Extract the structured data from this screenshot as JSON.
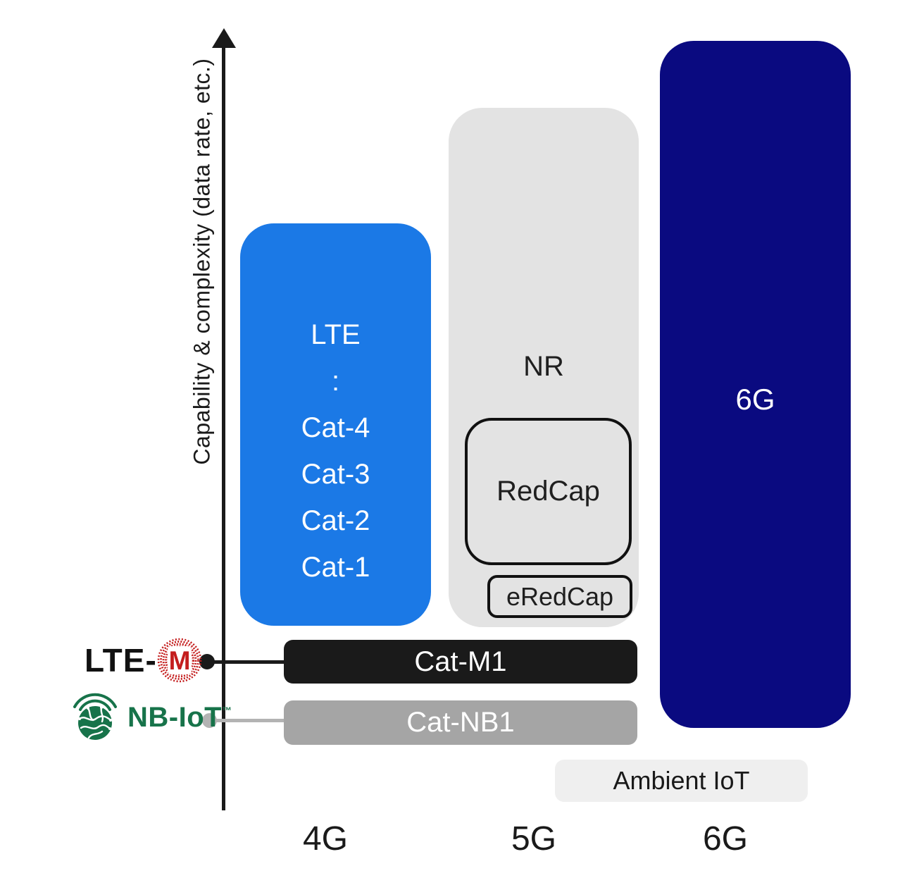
{
  "y_axis": {
    "label": "Capability & complexity (data rate, etc.)"
  },
  "x_axis": {
    "ticks": [
      "4G",
      "5G",
      "6G"
    ]
  },
  "lte_box": {
    "title": "LTE",
    "dots": ":",
    "categories": [
      "Cat-4",
      "Cat-3",
      "Cat-2",
      "Cat-1"
    ]
  },
  "nr_box": {
    "title": "NR",
    "redcap_label": "RedCap",
    "eredcap_label": "eRedCap"
  },
  "six_g_box": {
    "title": "6G"
  },
  "bars": {
    "cat_m1": "Cat-M1",
    "cat_nb1": "Cat-NB1",
    "ambient_iot": "Ambient IoT"
  },
  "logos": {
    "lte_m": {
      "prefix": "LTE-",
      "badge_letter": "M"
    },
    "nb_iot": {
      "label": "NB-IoT",
      "trademark": "™"
    }
  },
  "colors": {
    "lte_blue": "#1b79e6",
    "nr_gray": "#e3e3e3",
    "six_g_navy": "#0a0a80",
    "cat_m1_black": "#1a1a1a",
    "cat_nb1_gray": "#a5a5a5",
    "ambient_gray": "#efefef",
    "lte_m_red": "#c41e1e",
    "nb_iot_green": "#17734a",
    "axis_black": "#1a1a1a"
  }
}
